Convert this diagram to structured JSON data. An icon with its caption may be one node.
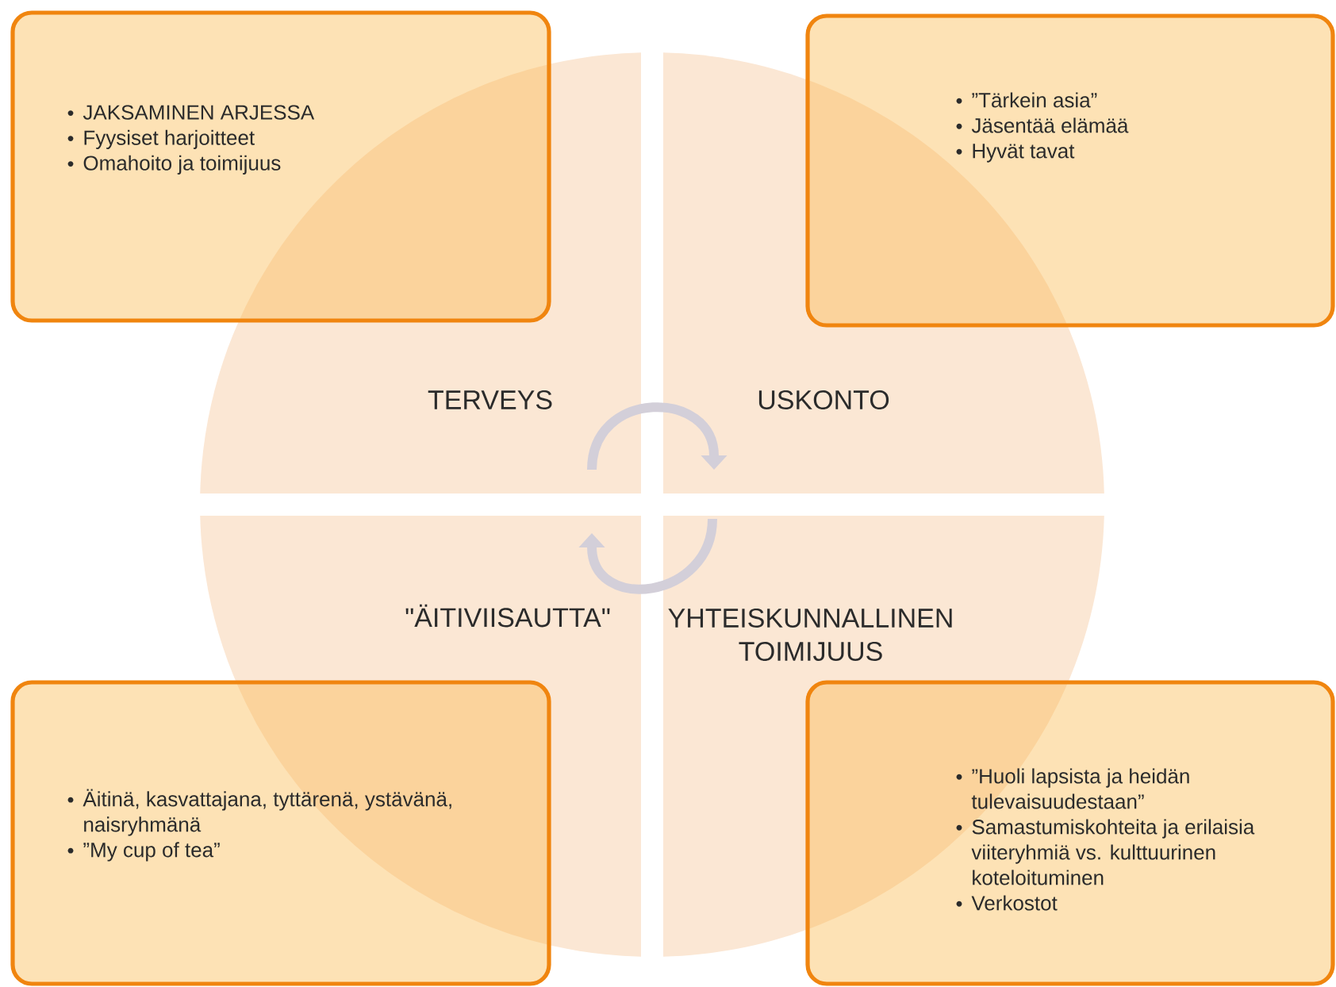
{
  "diagram": {
    "nodes": [
      {
        "text": [
          "JAKSAMINEN ARJESSA",
          "Fyysiset harjoitteet",
          "Omahoito ja toimijuus"
        ]
      },
      {
        "text": [
          "”Tärkein asia”",
          "Jäsentää elämää",
          "Hyvät tavat"
        ]
      },
      {
        "text": [
          "TERVEYS"
        ]
      },
      {
        "text": [
          "USKONTO"
        ]
      },
      {
        "text": [
          "\"ÄITIVIISAUTTA\""
        ]
      },
      {
        "text": [
          "YHTEISKUNNALLINEN TOIMIJUUS"
        ]
      },
      {
        "text": [
          "Äitinä, kasvattajana, tyttärenä, ystävänä, naisryhmänä",
          "”My cup of tea”"
        ]
      },
      {
        "text": [
          "”Huoli lapsista ja heidän tulevaisuudestaan”",
          "Samastumiskohteita ja erilaisia viiteryhmiä vs. kulttuurinen koteloituminen",
          "Verkostot"
        ]
      }
    ],
    "edges": [
      {
        "from": 2,
        "to": 3,
        "arrow": "to"
      },
      {
        "from": 5,
        "to": 4,
        "arrow": "to"
      }
    ]
  }
}
